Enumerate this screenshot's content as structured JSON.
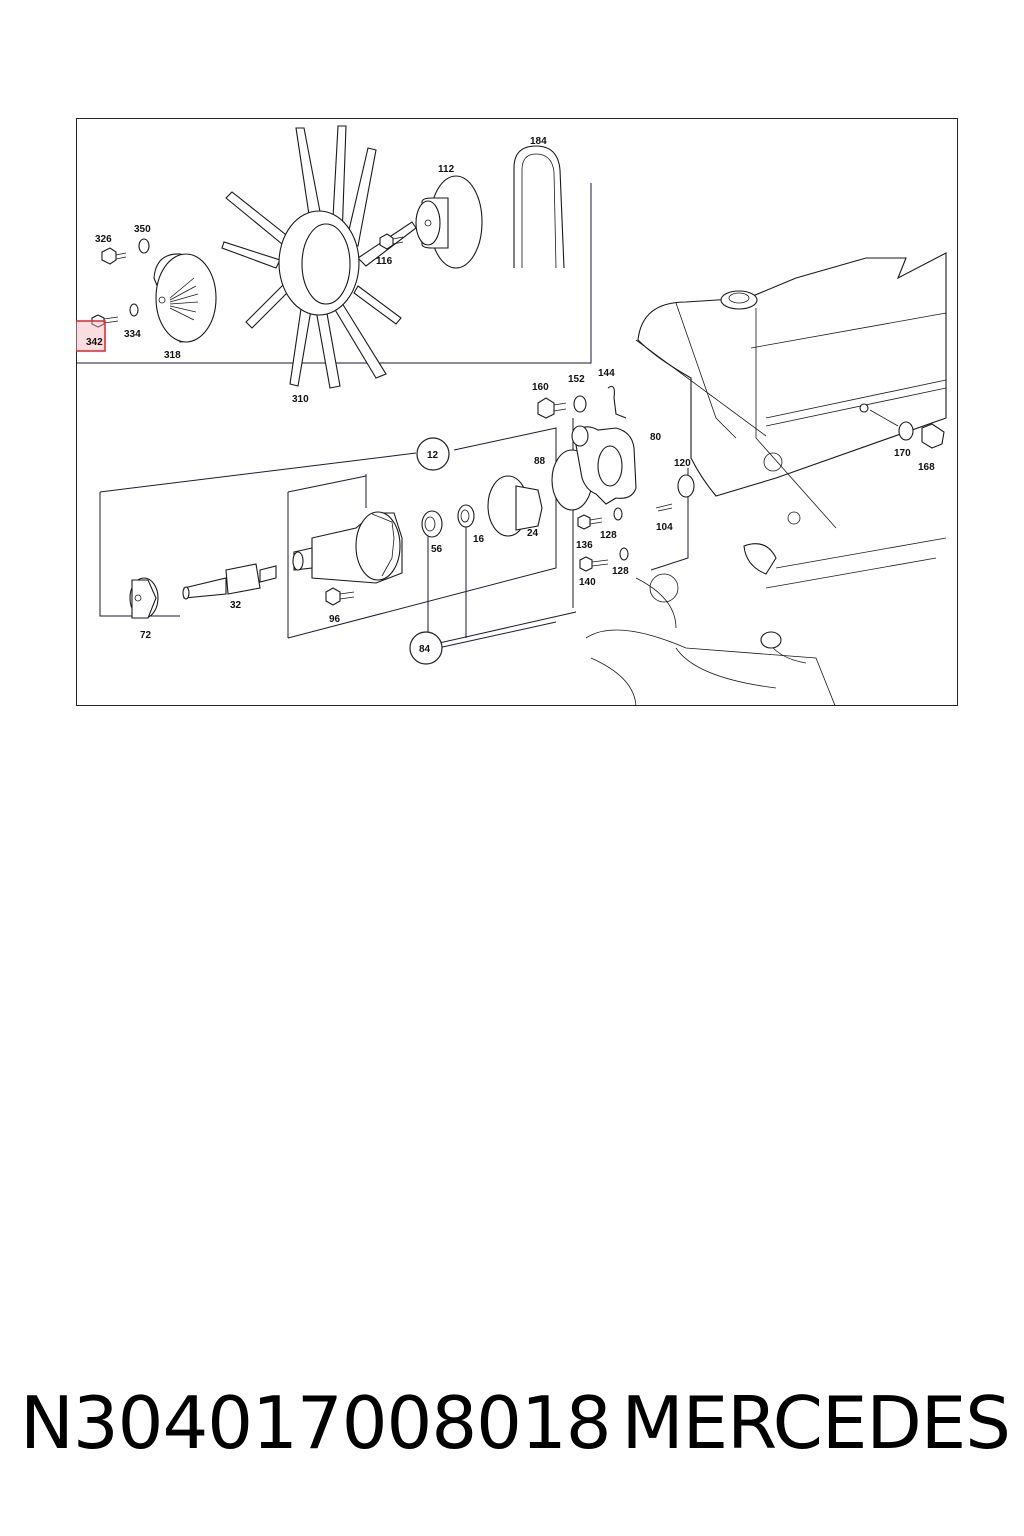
{
  "diagram": {
    "callouts": {
      "c326": "326",
      "c350": "350",
      "c342": "342",
      "c334": "334",
      "c318": "318",
      "c310": "310",
      "c112": "112",
      "c116": "116",
      "c184": "184",
      "c160": "160",
      "c152": "152",
      "c144": "144",
      "c12": "12",
      "c88": "88",
      "c80": "80",
      "c120": "120",
      "c170": "170",
      "c168": "168",
      "c24": "24",
      "c16": "16",
      "c56": "56",
      "c128a": "128",
      "c136": "136",
      "c104": "104",
      "c140": "140",
      "c128b": "128",
      "c32": "32",
      "c96": "96",
      "c72": "72",
      "c84": "84"
    },
    "highlighted_part": "342",
    "highlight_color": "#e0303a"
  },
  "footer": {
    "part_number": "N304017008018",
    "brand": "MERCEDES"
  }
}
